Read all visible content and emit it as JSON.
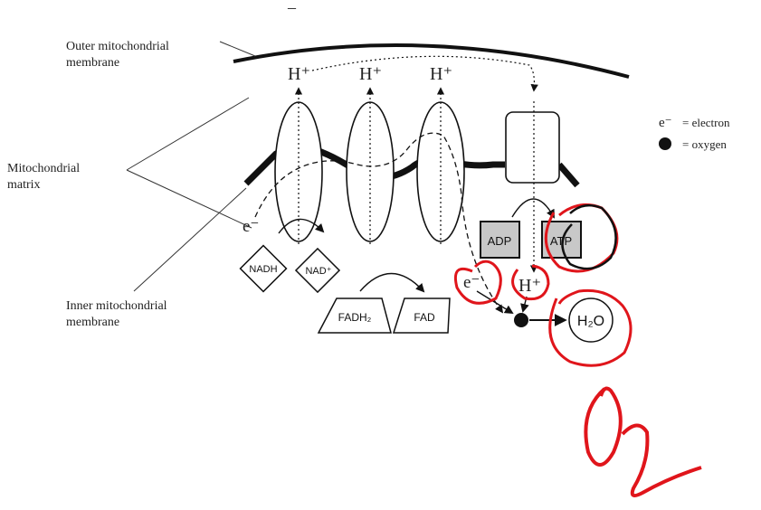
{
  "top_mark": "–",
  "labels": {
    "outer_membrane_1": "Outer mitochondrial",
    "outer_membrane_2": "membrane",
    "matrix_1": "Mitochondrial",
    "matrix_2": "matrix",
    "inner_membrane_1": "Inner mitochondrial",
    "inner_membrane_2": "membrane"
  },
  "legend": {
    "electron_symbol": "e⁻",
    "electron_text": "= electron",
    "oxygen_text": "= oxygen"
  },
  "proton": "H⁺",
  "electron": "e⁻",
  "molecules": {
    "nadh": "NADH",
    "nad": "NAD⁺",
    "fadh2": "FADH₂",
    "fad": "FAD",
    "adp": "ADP",
    "atp": "ATP",
    "water": "H₂O"
  },
  "handwritten": {
    "o2": "O₂"
  },
  "colors": {
    "ink": "#111111",
    "annotation_red": "#e0151b",
    "box_fill": "#c8c8c8"
  }
}
